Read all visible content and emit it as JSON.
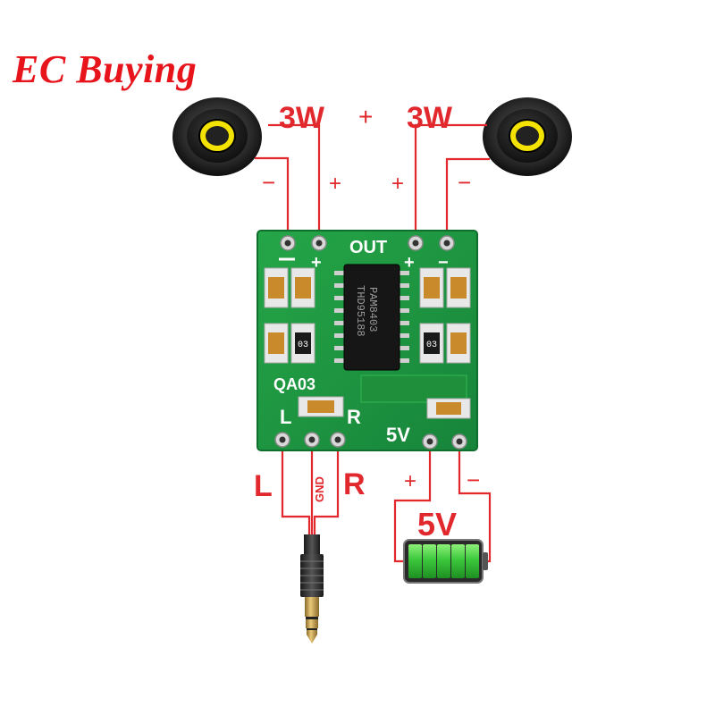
{
  "brand": {
    "text": "EC Buying",
    "color": "#e8141c"
  },
  "power_labels": {
    "left": "3W",
    "plus": "+",
    "right": "3W"
  },
  "speaker_left": {
    "minus": "−",
    "plus": "+"
  },
  "speaker_right": {
    "plus": "+",
    "minus": "−"
  },
  "board": {
    "out_label": "OUT",
    "pin_plus_left": "+",
    "pin_plus_right": "+",
    "pin_minus_right": "−",
    "chip_line1": "PAM8403",
    "chip_line2": "THD95188",
    "model": "QA03",
    "input_l": "L",
    "input_r": "R",
    "supply": "5V",
    "cap_left": "03",
    "cap_right": "03",
    "color": "#1f9a3f"
  },
  "input_labels": {
    "left": "L",
    "ground": "GND",
    "right": "R"
  },
  "battery": {
    "label": "5V",
    "plus": "+",
    "minus": "−",
    "cells": 5,
    "color": "#3cc83c"
  },
  "wire_color": "#e1282d"
}
